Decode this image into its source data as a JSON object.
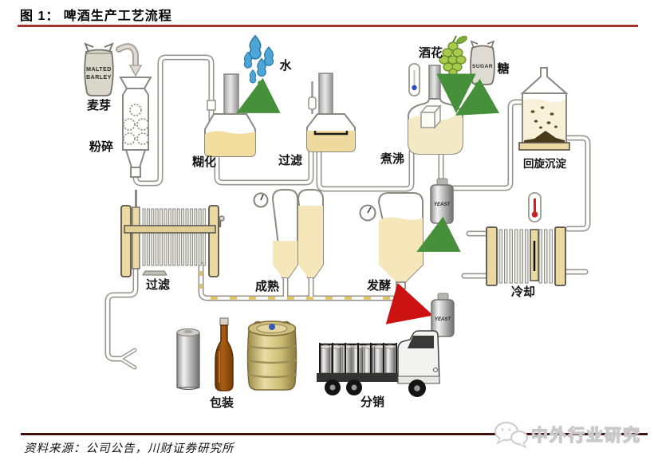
{
  "figure": {
    "title": "图 1： 啤酒生产工艺流程",
    "source": "资料来源：公司公告，川财证券研究所",
    "watermark": "中外行业研究"
  },
  "labels": {
    "malt": "麦芽",
    "crush": "粉碎",
    "mash": "糊化",
    "water": "水",
    "lauter": "过滤",
    "boil": "煮沸",
    "hops": "酒花",
    "sugar": "糖",
    "whirlpool": "回旋沉淀",
    "cool": "冷却",
    "ferment": "发酵",
    "mature": "成熟",
    "filter": "过滤",
    "package": "包装",
    "distribute": "分销"
  },
  "equipment_text": {
    "malt_sack_line1": "MALTED",
    "malt_sack_line2": "BARLEY",
    "sugar_sack": "SUGAR",
    "yeast_can_top": "YEAST",
    "yeast_can_bottom": "YEAST"
  },
  "colors": {
    "rule_top": "#A2342C",
    "rule_bottom": "#40100C",
    "wort_yellow": "#F2DD9E",
    "beer_yellow": "#F6E7BA",
    "equipment_beige": "#ECD9A2",
    "pipe_gray": "#98948C",
    "arrow_green": "#47903B",
    "arrow_red": "#CC1111",
    "water_blue": "#4DA6D6"
  }
}
